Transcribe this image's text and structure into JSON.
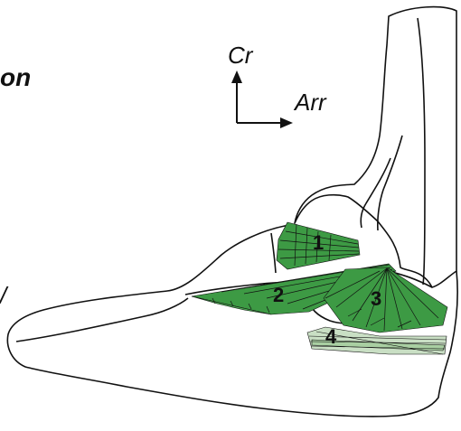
{
  "heading_fragment": "on",
  "edge_mark": "/",
  "orientation": {
    "cranial_label": "Cr",
    "arrow_label": "Arr"
  },
  "ligaments": [
    {
      "number": "1",
      "color": "#3d9a44"
    },
    {
      "number": "2",
      "color": "#3d9a44"
    },
    {
      "number": "3",
      "color": "#3d9a44"
    },
    {
      "number": "4",
      "color": "#c9dfc4"
    }
  ],
  "colors": {
    "bone_outline": "#111111",
    "ligament_green": "#3d9a44",
    "ligament_light": "#c9dfc4"
  }
}
